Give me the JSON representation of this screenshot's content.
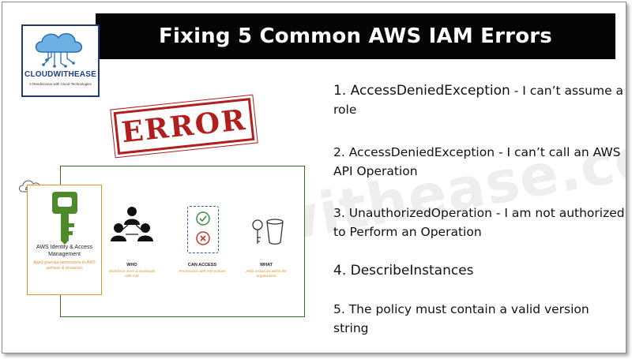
{
  "title": "Fixing 5 Common AWS IAM Errors",
  "logo": {
    "name": "CLOUDWITHEASE",
    "tagline": "A Rendezvous with Cloud Technologies",
    "icon": "cloud-circuit-icon",
    "color": "#1a3f8a"
  },
  "stamp": {
    "text": "ERROR",
    "color": "#b11e1e"
  },
  "diagram": {
    "cloud_label": "aws",
    "iam": {
      "title": "AWS Identity & Access Management",
      "subtitle": "Apply granular permissions to AWS services & resources",
      "icon": "iam-key-icon"
    },
    "columns": [
      {
        "label": "WHO",
        "sub": "Workforce users & workloads with IAM",
        "icon": "people-icon"
      },
      {
        "label": "CAN ACCESS",
        "sub": "Permissions with IAM policies",
        "icon": "check-cross-icon"
      },
      {
        "label": "WHAT",
        "sub": "AWS resources within the organization",
        "icon": "key-bucket-icon"
      }
    ],
    "accent": "#e0932b",
    "border": "#3c6a2c"
  },
  "watermark": "cloudwithease.com",
  "errors": [
    {
      "lead": "1. AccessDeniedException",
      "rest": " - I can’t assume a role"
    },
    {
      "lead": "2. AccessDeniedException",
      "rest": " - I can’t call an AWS API Operation"
    },
    {
      "lead": "3. UnauthorizedOperation",
      "rest": " - I am not authorized to Perform an Operation"
    },
    {
      "lead": "4. DescribeInstances",
      "rest": ""
    },
    {
      "lead": "5. The policy must contain a valid version string",
      "rest": ""
    }
  ]
}
